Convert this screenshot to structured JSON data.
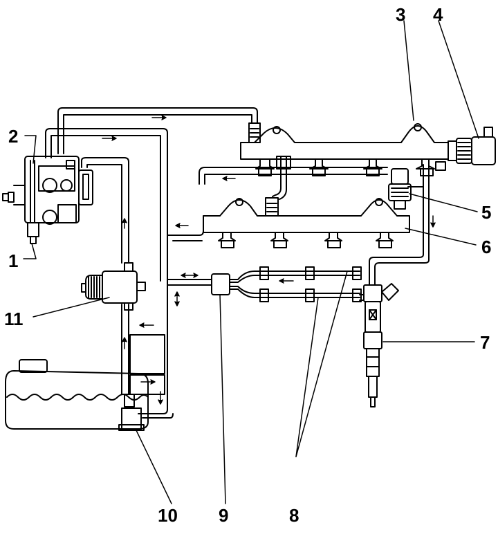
{
  "diagram": {
    "labels": {
      "pump": "1",
      "pressure_valve": "2",
      "rail_upper": "3",
      "pressure_sensor": "4",
      "rail_valve": "5",
      "rail_lower": "6",
      "injector": "7",
      "return_lines": "8",
      "junction": "9",
      "tank_pump": "10",
      "filter": "11"
    },
    "colors": {
      "line": "#000000",
      "background": "#ffffff"
    }
  }
}
